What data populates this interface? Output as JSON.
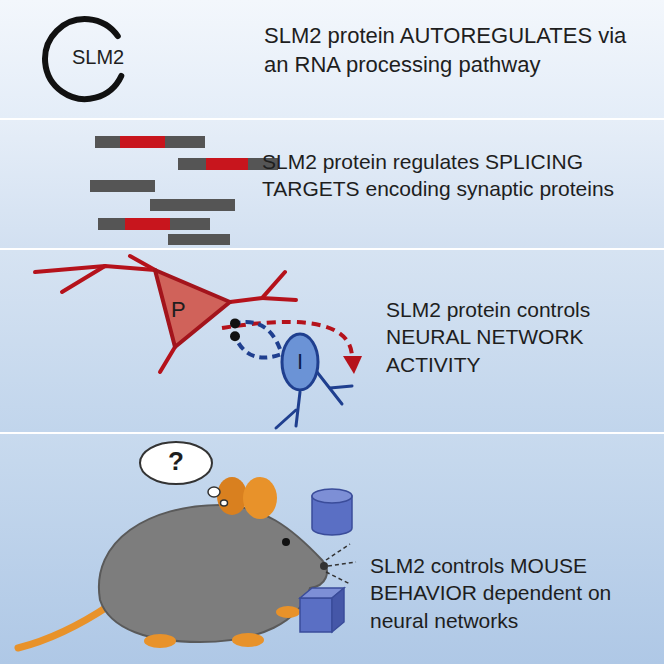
{
  "diagram": {
    "nodes": [
      {
        "text": [
          "SLM2 protein AUTOREGULATES via an RNA processing pathway"
        ]
      },
      {
        "text": [
          "SLM2"
        ],
        "in": 0
      },
      {
        "text": [
          "SLM2 protein regulates SPLICING TARGETS encoding synaptic proteins"
        ]
      },
      {
        "text": [
          "SLM2 protein controls NEURAL NETWORK ACTIVITY"
        ]
      },
      {
        "text": [
          "P"
        ],
        "in": 3
      },
      {
        "text": [
          "I"
        ],
        "in": 3
      },
      {
        "text": [
          "SLM2 controls MOUSE BEHAVIOR dependent on neural networks"
        ]
      },
      {
        "text": [
          "?"
        ],
        "in": 6
      }
    ],
    "edges": [
      {
        "from": 5,
        "to": 4,
        "arrow": "none"
      },
      {
        "from": 5,
        "to": 4,
        "arrow": "none"
      }
    ]
  }
}
